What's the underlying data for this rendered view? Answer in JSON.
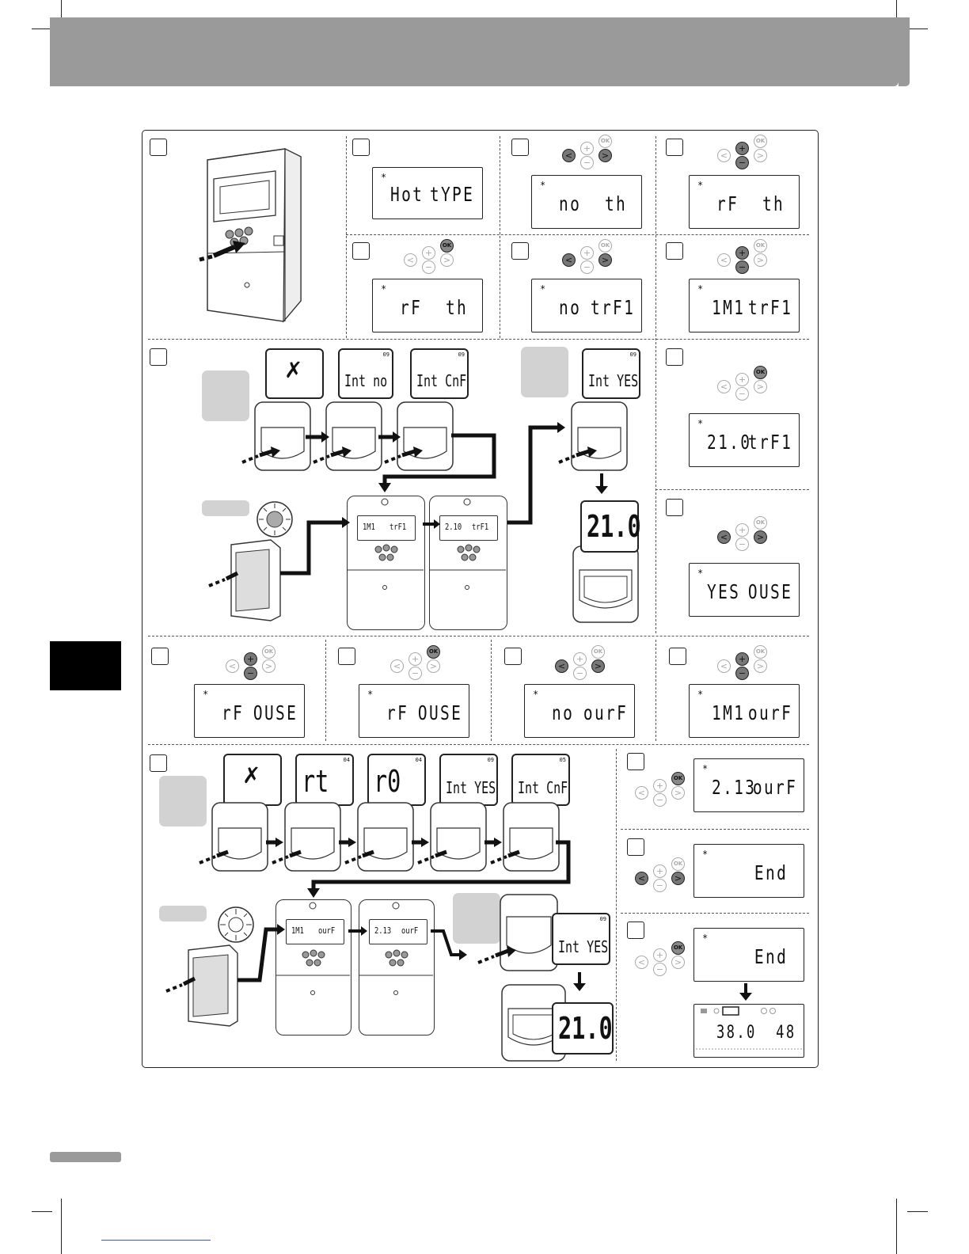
{
  "steps": {
    "s2": {
      "line1": "Hot",
      "line2": "tYPE"
    },
    "s3": {
      "line1": "no",
      "line2": "th"
    },
    "s4": {
      "line1": "rF",
      "line2": "th"
    },
    "s5": {
      "line1": "rF",
      "line2": "th"
    },
    "s6": {
      "line1": "no",
      "line2": "trF1"
    },
    "s7": {
      "line1": "1M1",
      "line2": "trF1"
    },
    "s8_bubbles": [
      "Int no",
      "Int CnF",
      "Int YES"
    ],
    "s8_bubble_codes": [
      "09",
      "09",
      "09"
    ],
    "s8_controllers": [
      {
        "line1": "1M1",
        "line2": "trF1"
      },
      {
        "line1": "2.10",
        "line2": "trF1"
      }
    ],
    "s8_result": "21.0",
    "s9": {
      "line1": "21.0",
      "line2": "trF1"
    },
    "s10": {
      "line1": "YES",
      "line2": "OUSE"
    },
    "s11": {
      "line1": "rF",
      "line2": "OUSE"
    },
    "s12": {
      "line1": "rF",
      "line2": "OUSE"
    },
    "s13": {
      "line1": "no",
      "line2": "ourF"
    },
    "s14": {
      "line1": "1M1",
      "line2": "ourF"
    },
    "s15_bubbles": [
      "rt",
      "r0",
      "Int YES",
      "Int CnF"
    ],
    "s15_bubble_codes": [
      "04",
      "04",
      "09",
      "05"
    ],
    "s15_controllers": [
      {
        "line1": "1M1",
        "line2": "ourF"
      },
      {
        "line1": "2.13",
        "line2": "ourF"
      }
    ],
    "s15_int_yes": "Int YES",
    "s15_int_yes_code": "09",
    "s15_result": "21.0",
    "s16": {
      "line1": "2.13",
      "line2": "ourF"
    },
    "s17": {
      "line1": "",
      "line2": "End"
    },
    "s18": {
      "line1": "",
      "line2": "End"
    },
    "final": {
      "left": "38.0",
      "right": "48"
    }
  },
  "buttons": {
    "ok": "OK",
    "plus": "+",
    "minus": "−",
    "left": "<",
    "right": ">"
  },
  "icons": {
    "snowflake": "snowflake-icon",
    "tools": "tools-icon",
    "sun": "sun-icon"
  }
}
